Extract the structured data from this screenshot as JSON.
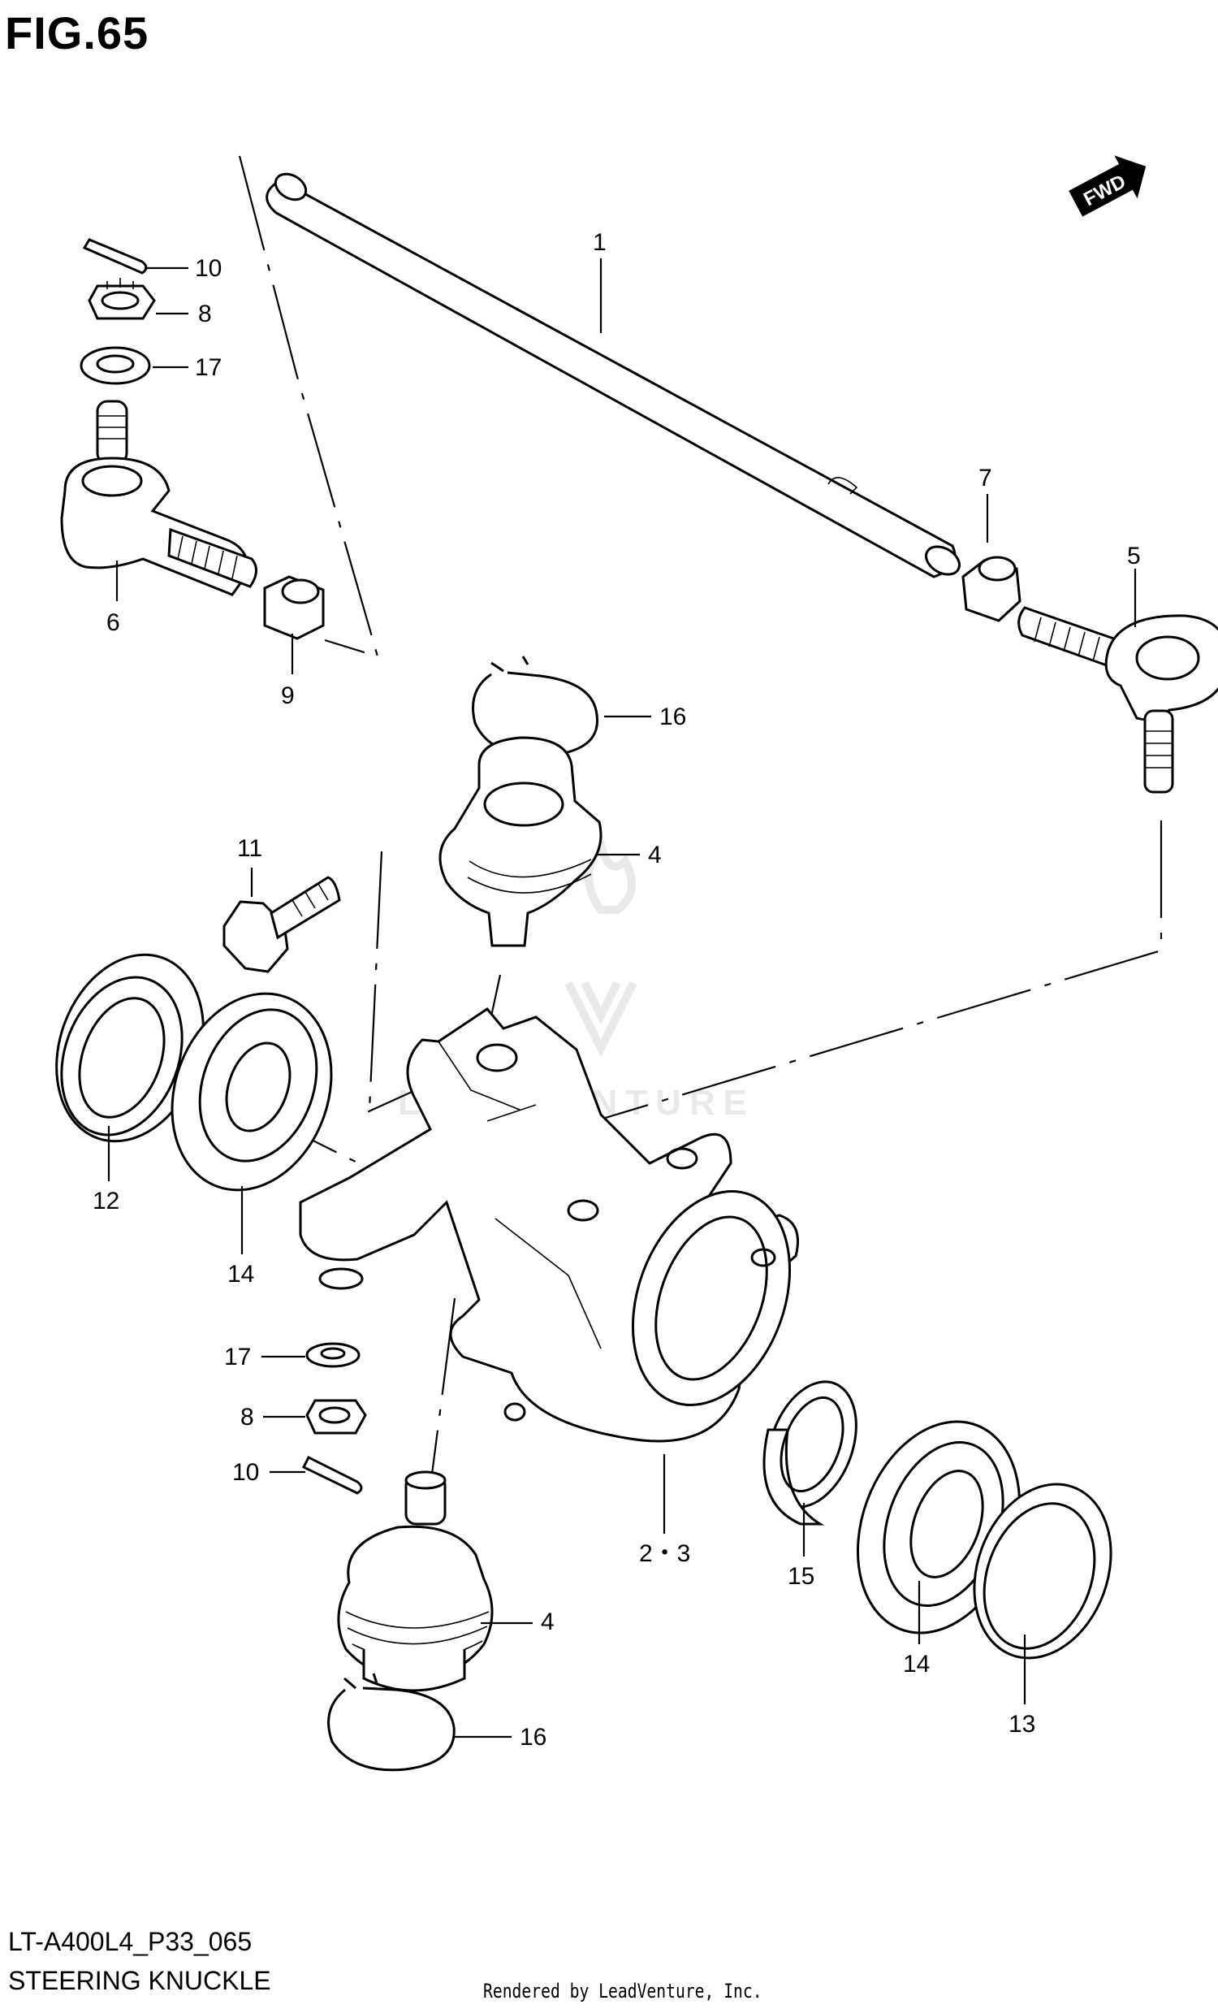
{
  "figure": {
    "title": "FIG.65"
  },
  "footer": {
    "model_code": "LT-A400L4_P33_065",
    "section_name": "STEERING KNUCKLE",
    "rendered_by": "Rendered by LeadVenture, Inc."
  },
  "direction_badge": {
    "text": "FWD"
  },
  "watermark": {
    "text": "LEADVENTURE"
  },
  "callouts": [
    {
      "id": "c1",
      "label": "1"
    },
    {
      "id": "c23",
      "label": "2・3"
    },
    {
      "id": "c4a",
      "label": "4"
    },
    {
      "id": "c4b",
      "label": "4"
    },
    {
      "id": "c5",
      "label": "5"
    },
    {
      "id": "c6",
      "label": "6"
    },
    {
      "id": "c7",
      "label": "7"
    },
    {
      "id": "c8a",
      "label": "8"
    },
    {
      "id": "c8b",
      "label": "8"
    },
    {
      "id": "c9",
      "label": "9"
    },
    {
      "id": "c10a",
      "label": "10"
    },
    {
      "id": "c10b",
      "label": "10"
    },
    {
      "id": "c11",
      "label": "11"
    },
    {
      "id": "c12",
      "label": "12"
    },
    {
      "id": "c13",
      "label": "13"
    },
    {
      "id": "c14a",
      "label": "14"
    },
    {
      "id": "c14b",
      "label": "14"
    },
    {
      "id": "c15",
      "label": "15"
    },
    {
      "id": "c16a",
      "label": "16"
    },
    {
      "id": "c16b",
      "label": "16"
    },
    {
      "id": "c17a",
      "label": "17"
    },
    {
      "id": "c17b",
      "label": "17"
    }
  ]
}
